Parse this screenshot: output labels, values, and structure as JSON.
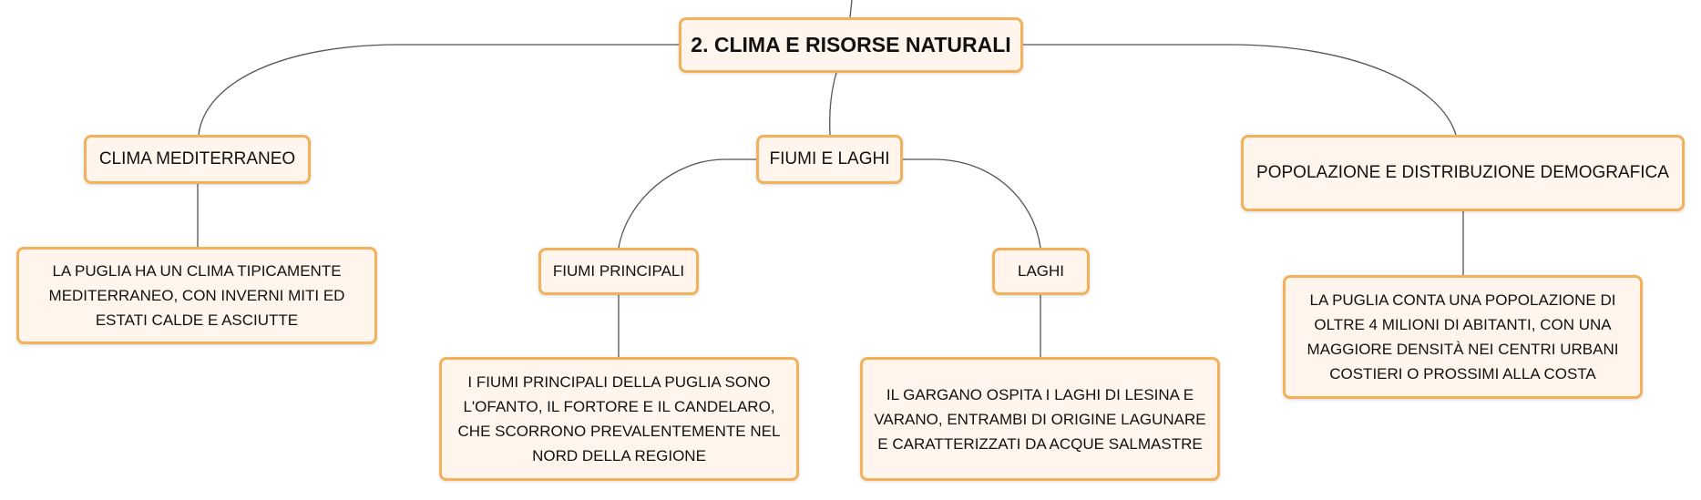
{
  "root": {
    "label": "2. CLIMA E RISORSE NATURALI"
  },
  "nodes": {
    "clima": {
      "label": "CLIMA MEDITERRANEO"
    },
    "fiumi_laghi": {
      "label": "FIUMI E LAGHI"
    },
    "popolazione": {
      "label": "POPOLAZIONE E DISTRIBUZIONE DEMOGRAFICA"
    },
    "fiumi_principali": {
      "label": "FIUMI PRINCIPALI"
    },
    "laghi": {
      "label": "LAGHI"
    }
  },
  "descriptions": {
    "clima": "LA PUGLIA HA UN CLIMA TIPICAMENTE MEDITERRANEO, CON INVERNI MITI ED ESTATI CALDE E ASCIUTTE",
    "fiumi": "I FIUMI PRINCIPALI DELLA PUGLIA SONO L'OFANTO, IL FORTORE E IL CANDELARO, CHE SCORRONO PREVALENTEMENTE NEL NORD DELLA REGIONE",
    "laghi": "IL GARGANO OSPITA I LAGHI DI LESINA E VARANO, ENTRAMBI DI ORIGINE LAGUNARE E CARATTERIZZATI DA ACQUE SALMASTRE",
    "popolazione": "LA PUGLIA CONTA UNA POPOLAZIONE DI OLTRE 4 MILIONI DI ABITANTI, CON UNA MAGGIORE DENSITÀ NEI CENTRI URBANI COSTIERI O PROSSIMI ALLA COSTA"
  },
  "colors": {
    "node_border": "#f2b15a",
    "node_fill": "#fff5ec",
    "connector": "#555555"
  }
}
